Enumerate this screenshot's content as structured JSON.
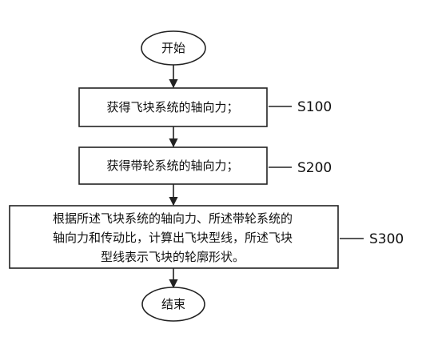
{
  "flowchart": {
    "start": "开始",
    "end": "结束",
    "steps": [
      {
        "label": "S100",
        "lines": [
          "获得飞块系统的轴向力；"
        ]
      },
      {
        "label": "S200",
        "lines": [
          "获得带轮系统的轴向力；"
        ]
      },
      {
        "label": "S300",
        "lines": [
          "根据所述飞块系统的轴向力、所述带轮系统的",
          "轴向力和传动比，计算出飞块型线，所述飞块",
          "型线表示飞块的轮廓形状。"
        ]
      }
    ]
  }
}
